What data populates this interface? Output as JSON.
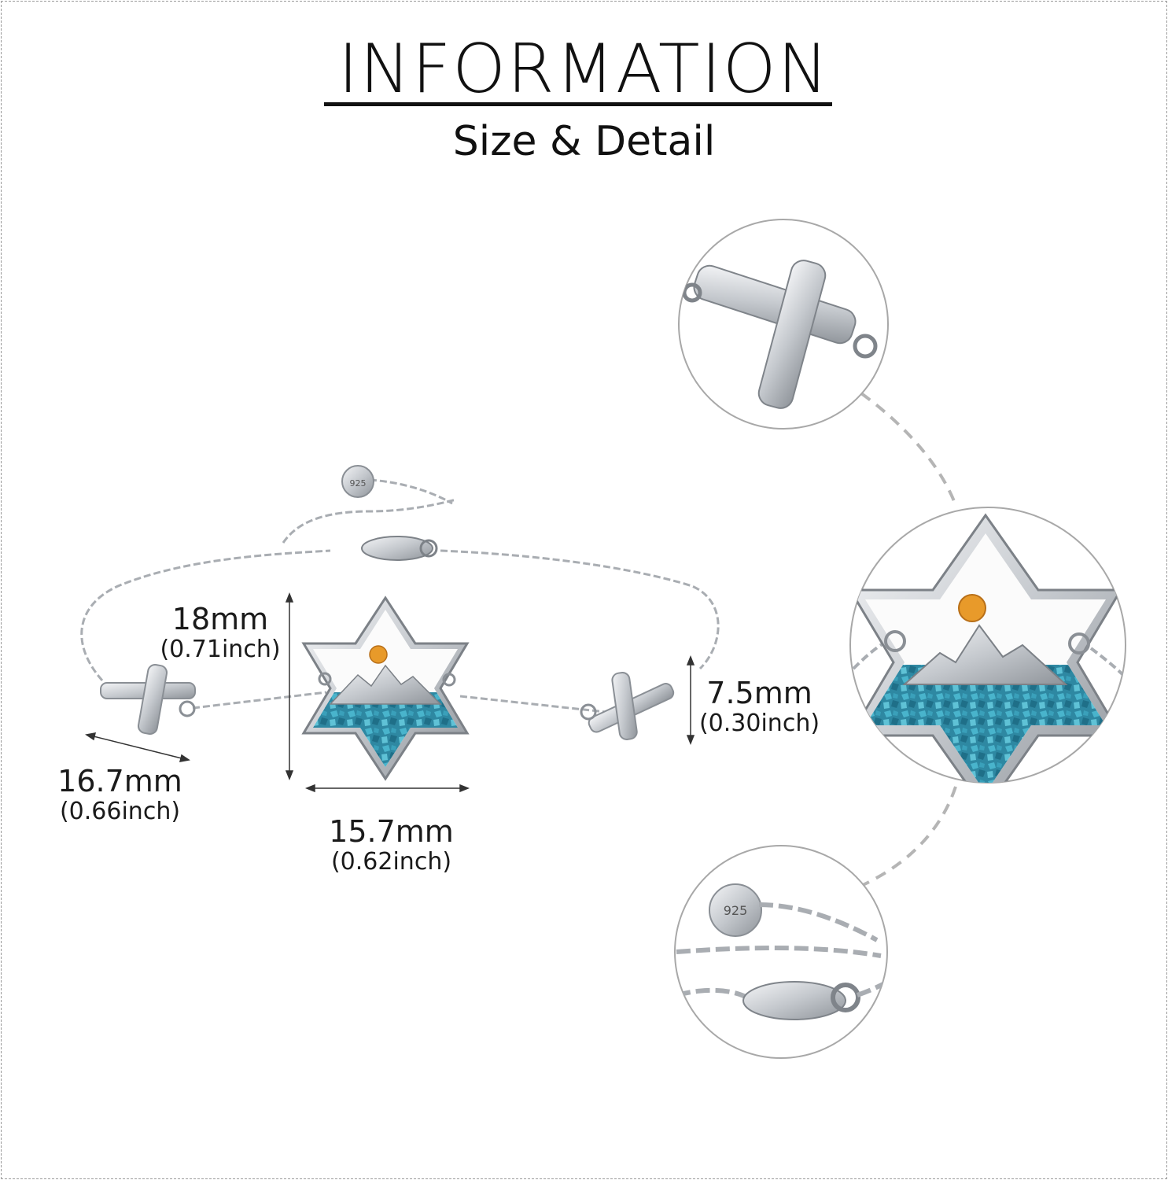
{
  "header": {
    "title": "INFORMATION",
    "subtitle": "Size & Detail"
  },
  "dimensions": {
    "star_height": {
      "mm": "18mm",
      "inch": "(0.71inch)"
    },
    "cross_length": {
      "mm": "16.7mm",
      "inch": "(0.66inch)"
    },
    "star_width": {
      "mm": "15.7mm",
      "inch": "(0.62inch)"
    },
    "cross_width": {
      "mm": "7.5mm",
      "inch": "(0.30inch)"
    }
  },
  "tag_text": "925",
  "colors": {
    "silver": "#c9ccd0",
    "silver_dark": "#8d9196",
    "turquoise": "#2f8fa8",
    "sun": "#e89a2a",
    "dash": "#b5b5b5"
  }
}
